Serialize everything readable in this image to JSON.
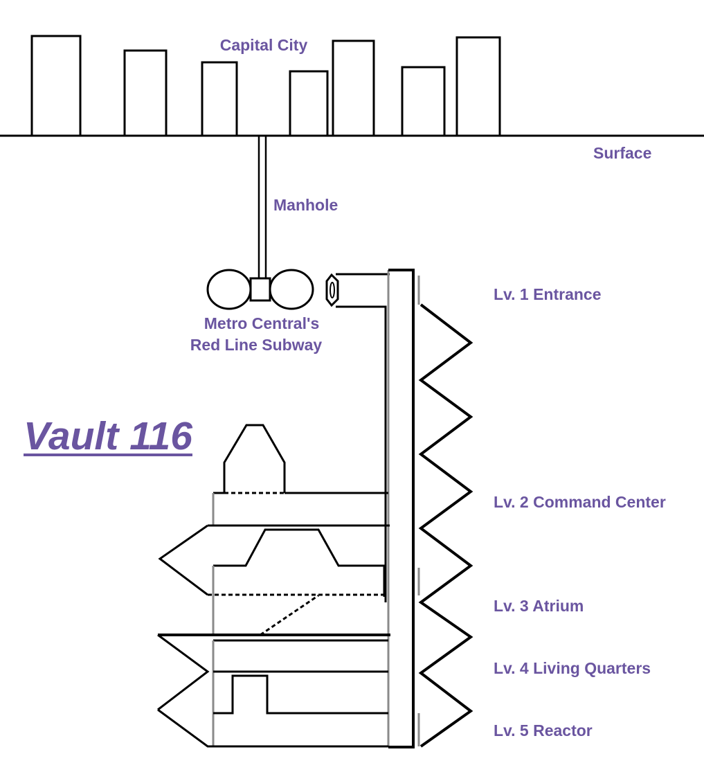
{
  "title": "Vault 116",
  "labels": {
    "city": "Capital City",
    "surface": "Surface",
    "manhole": "Manhole",
    "subway_line1": "Metro Central's",
    "subway_line2": "Red Line Subway"
  },
  "levels": [
    {
      "label": "Lv. 1 Entrance"
    },
    {
      "label": "Lv. 2 Command Center"
    },
    {
      "label": "Lv. 3 Atrium"
    },
    {
      "label": "Lv. 4 Living Quarters"
    },
    {
      "label": "Lv. 5 Reactor"
    }
  ],
  "colors": {
    "label": "#6a55a0",
    "line": "#000000",
    "wall": "#8a8a8a"
  }
}
